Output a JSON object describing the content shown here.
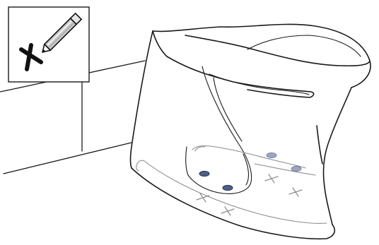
{
  "figure": {
    "description_visible_text": "",
    "colors": {
      "line": "#1a1a1a",
      "marking_gray": "#8c8c8c",
      "hole_dark_blue": "#4a5f8f",
      "hole_light_blue": "#9aa6c2",
      "hole_edge": "#2d3550",
      "inset_border": "#1a1a1a",
      "pencil_gray": "#c9c9c9"
    },
    "inset": {
      "icon": "pencil-marking-cross-icon"
    },
    "drill_points": [
      {
        "name": "hole-front-left",
        "tone": "dark"
      },
      {
        "name": "hole-front-right",
        "tone": "dark"
      },
      {
        "name": "hole-rear-left",
        "tone": "light"
      },
      {
        "name": "hole-rear-right",
        "tone": "light"
      }
    ],
    "cross_marks_count": 4
  }
}
